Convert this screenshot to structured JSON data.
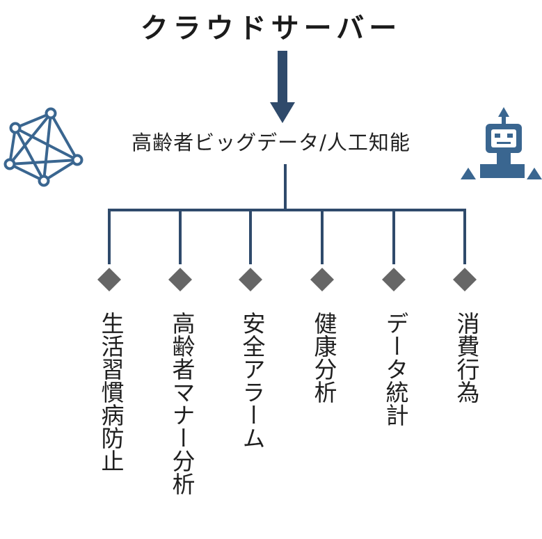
{
  "title": "クラウドサーバー",
  "subtitle": "高齢者ビッグデータ/人工知能",
  "branches": [
    {
      "label": "生活習慣病防止"
    },
    {
      "label": "高齢者マナー分析"
    },
    {
      "label": "安全アラーム"
    },
    {
      "label": "健康分析"
    },
    {
      "label": "データ統計"
    },
    {
      "label": "消費行為"
    }
  ],
  "colors": {
    "line": "#2f4a6b",
    "diamond": "#666666",
    "icon": "#3a6690"
  },
  "icons": {
    "left": "network-mesh-icon",
    "right": "robot-icon"
  }
}
